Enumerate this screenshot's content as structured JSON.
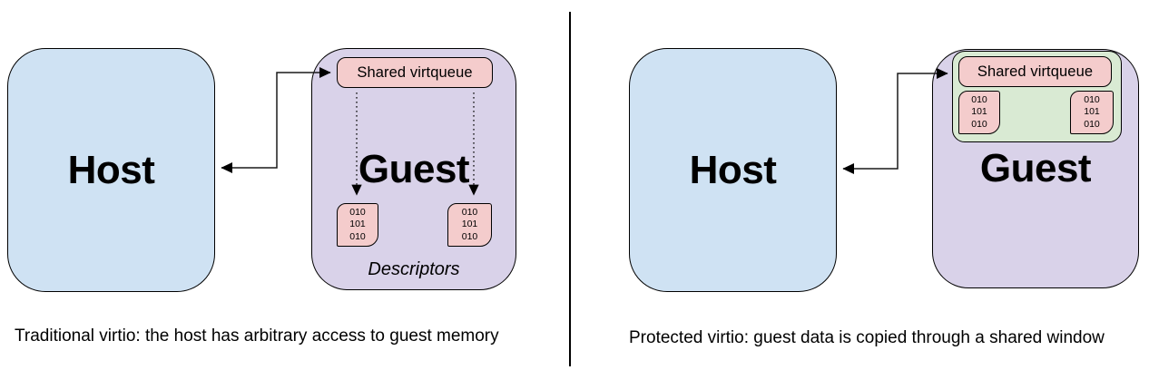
{
  "colors": {
    "host_fill": "#cfe2f3",
    "guest_fill": "#d9d2e9",
    "virtqueue_fill": "#f4cccc",
    "window_fill": "#d9ead3",
    "border": "#000000"
  },
  "left_panel": {
    "host_label": "Host",
    "guest_label": "Guest",
    "virtqueue_label": "Shared virtqueue",
    "descriptors_label": "Descriptors",
    "caption": "Traditional virtio: the host has arbitrary access to guest memory"
  },
  "right_panel": {
    "host_label": "Host",
    "guest_label": "Guest",
    "virtqueue_label": "Shared virtqueue",
    "caption": "Protected virtio: guest data is copied through a shared window"
  },
  "memory_bits": [
    "010",
    "101",
    "010"
  ]
}
